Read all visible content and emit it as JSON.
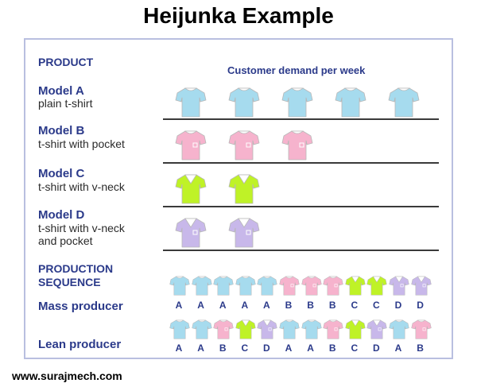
{
  "title": "Heijunka Example",
  "footer": "www.surajmech.com",
  "product_heading": "PRODUCT",
  "demand_heading": "Customer demand per week",
  "models": [
    {
      "key": "A",
      "name": "Model A",
      "desc": [
        "plain t-shirt"
      ],
      "color": "#a6dbee",
      "pocket": false,
      "vneck": false,
      "demand": 5
    },
    {
      "key": "B",
      "name": "Model B",
      "desc": [
        "t-shirt with pocket"
      ],
      "color": "#f6b3cd",
      "pocket": true,
      "vneck": false,
      "demand": 3
    },
    {
      "key": "C",
      "name": "Model C",
      "desc": [
        "t-shirt with v-neck"
      ],
      "color": "#bff227",
      "pocket": false,
      "vneck": true,
      "demand": 2
    },
    {
      "key": "D",
      "name": "Model D",
      "desc": [
        "t-shirt with v-neck",
        "and pocket"
      ],
      "color": "#c8b8ea",
      "pocket": true,
      "vneck": true,
      "demand": 2
    }
  ],
  "sequence_heading": [
    "PRODUCTION",
    "SEQUENCE"
  ],
  "mass": {
    "label": "Mass producer",
    "sequence": [
      "A",
      "A",
      "A",
      "A",
      "A",
      "B",
      "B",
      "B",
      "C",
      "C",
      "D",
      "D"
    ]
  },
  "lean": {
    "label": "Lean producer",
    "sequence": [
      "A",
      "A",
      "B",
      "C",
      "D",
      "A",
      "A",
      "B",
      "C",
      "D",
      "A",
      "B"
    ]
  }
}
